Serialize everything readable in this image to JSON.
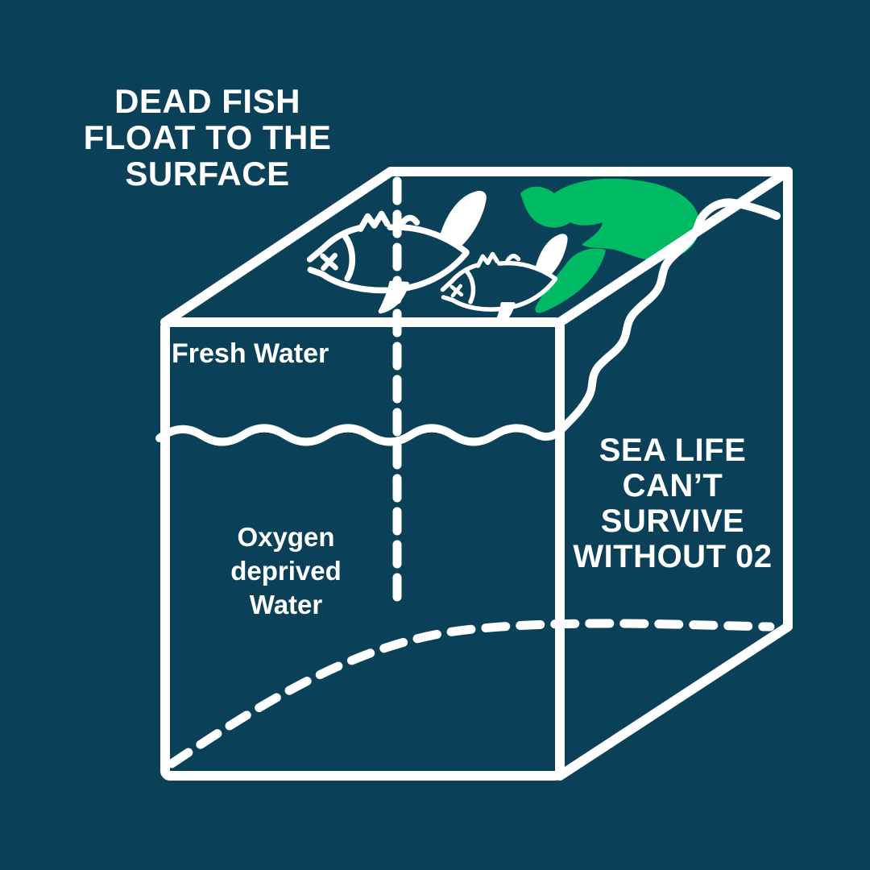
{
  "colors": {
    "background": "#0b4158",
    "ink": "#ffffff",
    "algae_green": "#00ba64"
  },
  "labels": {
    "dead_fish_note": {
      "lines": [
        "DEAD FISH",
        "FLOAT TO THE",
        "SURFACE"
      ]
    },
    "fresh_water": "Fresh Water",
    "oxygen_deprived_note": {
      "lines": [
        "Oxygen",
        "deprived",
        "Water"
      ]
    },
    "sea_life_note": {
      "lines": [
        "SEA LIFE",
        "CAN’T",
        "SURVIVE",
        "WITHOUT 02"
      ]
    }
  },
  "icons": {
    "tank": "transparent-water-cube",
    "water_surface": "wavy-water-surface-line",
    "algal_bloom": "green-algal-bloom-blob",
    "dead_fish_large": "dead-fish-belly-up-x-eye",
    "dead_fish_small": "dead-fish-belly-up-x-eye"
  }
}
